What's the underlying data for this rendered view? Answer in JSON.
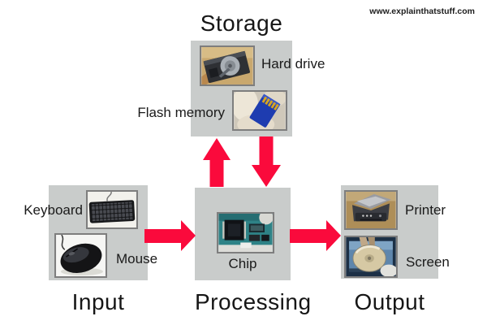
{
  "watermark": "www.explainthatstuff.com",
  "colors": {
    "box_bg": "#C9CCCB",
    "arrow": "#FA0A3C",
    "text": "#1A1A1A"
  },
  "sections": {
    "storage": {
      "title": "Storage",
      "items": [
        {
          "label": "Hard drive",
          "icon": "hard-drive-photo"
        },
        {
          "label": "Flash memory",
          "icon": "flash-memory-photo"
        }
      ]
    },
    "input": {
      "title": "Input",
      "items": [
        {
          "label": "Keyboard",
          "icon": "keyboard-photo"
        },
        {
          "label": "Mouse",
          "icon": "mouse-photo"
        }
      ]
    },
    "processing": {
      "title": "Processing",
      "items": [
        {
          "label": "Chip",
          "icon": "chip-photo"
        }
      ]
    },
    "output": {
      "title": "Output",
      "items": [
        {
          "label": "Printer",
          "icon": "printer-photo"
        },
        {
          "label": "Screen",
          "icon": "screen-photo"
        }
      ]
    }
  },
  "arrows": [
    {
      "name": "input-to-processing",
      "direction": "right"
    },
    {
      "name": "processing-to-output",
      "direction": "right"
    },
    {
      "name": "processing-to-storage",
      "direction": "up"
    },
    {
      "name": "storage-to-processing",
      "direction": "down"
    }
  ]
}
